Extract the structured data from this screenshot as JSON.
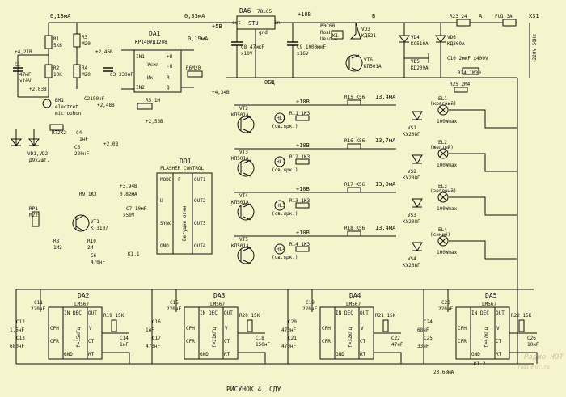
{
  "caption": "РИСУНОК 4. СДУ",
  "watermark": {
    "a": "Радио HOT",
    "b": "radiohot.ru"
  },
  "labels": {
    "i1": "0,13мА",
    "i2": "0,33мА",
    "v5": "+5В",
    "i019": "0,19мА",
    "v10": "+10В",
    "common": "ОБЩ",
    "b": "Б",
    "a": "А",
    "v421": "+4,21В",
    "v283": "+2,83В",
    "v246": "+2,46В",
    "v248b": "+2,48В",
    "v434": "+4,34В",
    "v253": "+2,53В",
    "v2": "+2,0В",
    "v394": "+3,94В",
    "i082": "0,82мА",
    "i2368": "23,68мА"
  },
  "parts": {
    "da6": {
      "name": "DA6",
      "type": "78L05",
      "body": "STU",
      "out": "out",
      "in": "in",
      "gnd": "gnd"
    },
    "c8": {
      "a": "C8 47мкF",
      "b": "x10V"
    },
    "c9": {
      "a": "C9 1000мкF",
      "b": "x16V"
    },
    "relay": {
      "a": "РЭС60",
      "b": "RовН1К9",
      "c": "Uвкл9В",
      "k": "K1"
    },
    "vd3": {
      "a": "VD3",
      "b": "КД521"
    },
    "vt6": {
      "a": "VT6",
      "b": "КП501А"
    },
    "vd4": {
      "a": "VD4",
      "b": "КС510А"
    },
    "vd5": {
      "a": "VD5",
      "b": "КД209А"
    },
    "vd6": {
      "a": "VD6",
      "b": "КД209А"
    },
    "c10": {
      "a": "C10 2мкF x400V"
    },
    "r23": {
      "a": "R23 24"
    },
    "r24": {
      "a": "R24 1М30"
    },
    "fu1": {
      "a": "FU1 3А"
    },
    "xs1": {
      "a": "XS1",
      "mains": "~220V 50Hz"
    },
    "r1": {
      "a": "R1",
      "b": "5К6"
    },
    "r2": {
      "a": "R2",
      "b": "10К"
    },
    "c1": {
      "a": "C1",
      "b": "47мF",
      "c": "x10V"
    },
    "bm1": {
      "a": "BM1",
      "b": "electret",
      "c": "microphon"
    },
    "c2": {
      "a": "C2150нF"
    },
    "r3": {
      "a": "R3",
      "b": "М20"
    },
    "r4": {
      "a": "R4",
      "b": "М20"
    },
    "c3": {
      "a": "C3 330нF"
    },
    "da1": {
      "name": "DA1",
      "type": "КР140УД1208",
      "in1": "IN1",
      "in2": "IN2",
      "pu": "+U",
      "mu": "-U",
      "r": "R",
      "q": "Q",
      "band": "Усил",
      "vel": "Ик"
    },
    "r6": {
      "a": "R6М20"
    },
    "r5": {
      "a": "R5 1М"
    },
    "vd12": {
      "a": "VD1,VD2",
      "b": "Д9х2шт."
    },
    "r7": {
      "a": "R72К2"
    },
    "c4": {
      "a": "C4",
      "b": "1нF"
    },
    "c5": {
      "a": "C5",
      "b": "220нF"
    },
    "r9": {
      "a": "R9 1К3"
    },
    "rp1": {
      "a": "RP1",
      "b": "М22"
    },
    "r8": {
      "a": "R8",
      "b": "1М2"
    },
    "vt1": {
      "a": "VT1",
      "b": "КТ3107"
    },
    "r10": {
      "a": "R10",
      "b": "2М"
    },
    "c6": {
      "a": "C6",
      "b": "470нF"
    },
    "k11": {
      "a": "K1.1"
    },
    "dd1": {
      "name": "DD1",
      "title": "FLASHER CONTROL",
      "mode": "MODE",
      "u": "U",
      "sync": "SYNC",
      "gnd": "GND",
      "f": "F",
      "o1": "OUT1",
      "o2": "OUT2",
      "o3": "OUT3",
      "o4": "OUT4",
      "running": "Бегущие огни"
    },
    "c7": {
      "a": "C7 10мF",
      "b": "x50V"
    },
    "k12": {
      "a": "K1.2"
    }
  },
  "channels": [
    {
      "vt": "VT2",
      "vtType": "КП501А",
      "hl": "HL1",
      "note": "(св.ярк.)",
      "rl": "R11 1К3",
      "rr": "R15 К56",
      "i": "13,4мА",
      "vs": "VS1",
      "vsType": "КУ208Г",
      "el": "EL1",
      "color": "(красный)",
      "power": "100Wmax",
      "v10": "+10В"
    },
    {
      "vt": "VT3",
      "vtType": "КП501А",
      "hl": "HL2",
      "note": "(св.ярк.)",
      "rl": "R12 1К3",
      "rr": "R16 К56",
      "i": "13,7мА",
      "vs": "VS2",
      "vsType": "КУ208Г",
      "el": "EL2",
      "color": "(желтый)",
      "power": "100Wmax",
      "v10": "+10В"
    },
    {
      "vt": "VT4",
      "vtType": "КП501А",
      "hl": "HL3",
      "note": "(св.ярк.)",
      "rl": "R13 1К3",
      "rr": "R17 К56",
      "i": "13,9мА",
      "vs": "VS3",
      "vsType": "КУ208Г",
      "el": "EL3",
      "color": "(зеленый)",
      "power": "100Wmax",
      "v10": "+10В"
    },
    {
      "vt": "VT5",
      "vtType": "КП501А",
      "hl": "HL4",
      "note": "(св.ярк.)",
      "rl": "R14 1К3",
      "rr": "R18 К56",
      "i": "13,4мА",
      "vs": "VS4",
      "vsType": "КУ208Г",
      "el": "EL4",
      "color": "(синий)",
      "power": "100Wmax",
      "v10": "+10В"
    }
  ],
  "r25": "R25 2М4",
  "decoders": [
    {
      "name": "DA2",
      "type": "LM567",
      "ca": "C11",
      "caV": "220нF",
      "cb": "C12",
      "cbV": "1,5нF",
      "cc": "C13",
      "ccV": "680нF",
      "rt": "R19 15К",
      "ct": "C14",
      "ctV": "1нF",
      "freq": "f=15кГц"
    },
    {
      "name": "DA3",
      "type": "LM567",
      "ca": "C15",
      "caV": "220нF",
      "cb": "C16",
      "cbV": "1нF",
      "cc": "C17",
      "ccV": "470нF",
      "rt": "R20 15К",
      "ct": "C18",
      "ctV": "150нF",
      "freq": "f=21кГц"
    },
    {
      "name": "DA4",
      "type": "LM567",
      "ca": "C19",
      "caV": "220нF",
      "cb": "C20",
      "cbV": "470нF",
      "cc": "C21",
      "ccV": "470нF",
      "rt": "R21 15К",
      "ct": "C22",
      "ctV": "47нF",
      "freq": "f=32кГц"
    },
    {
      "name": "DA5",
      "type": "LM567",
      "ca": "C23",
      "caV": "220нF",
      "cb": "C24",
      "cbV": "68нF",
      "cc": "C25",
      "ccV": "33нF",
      "rt": "R22 15К",
      "ct": "C26",
      "ctV": "10нF",
      "freq": "f=47кГц"
    }
  ],
  "pinLabels": {
    "in": "IN",
    "dec": "DEC",
    "out": "OUT",
    "cph": "CPH",
    "cfr": "CFR",
    "gnd": "GND",
    "v": "V",
    "ct": "CT",
    "rt": "RT"
  }
}
